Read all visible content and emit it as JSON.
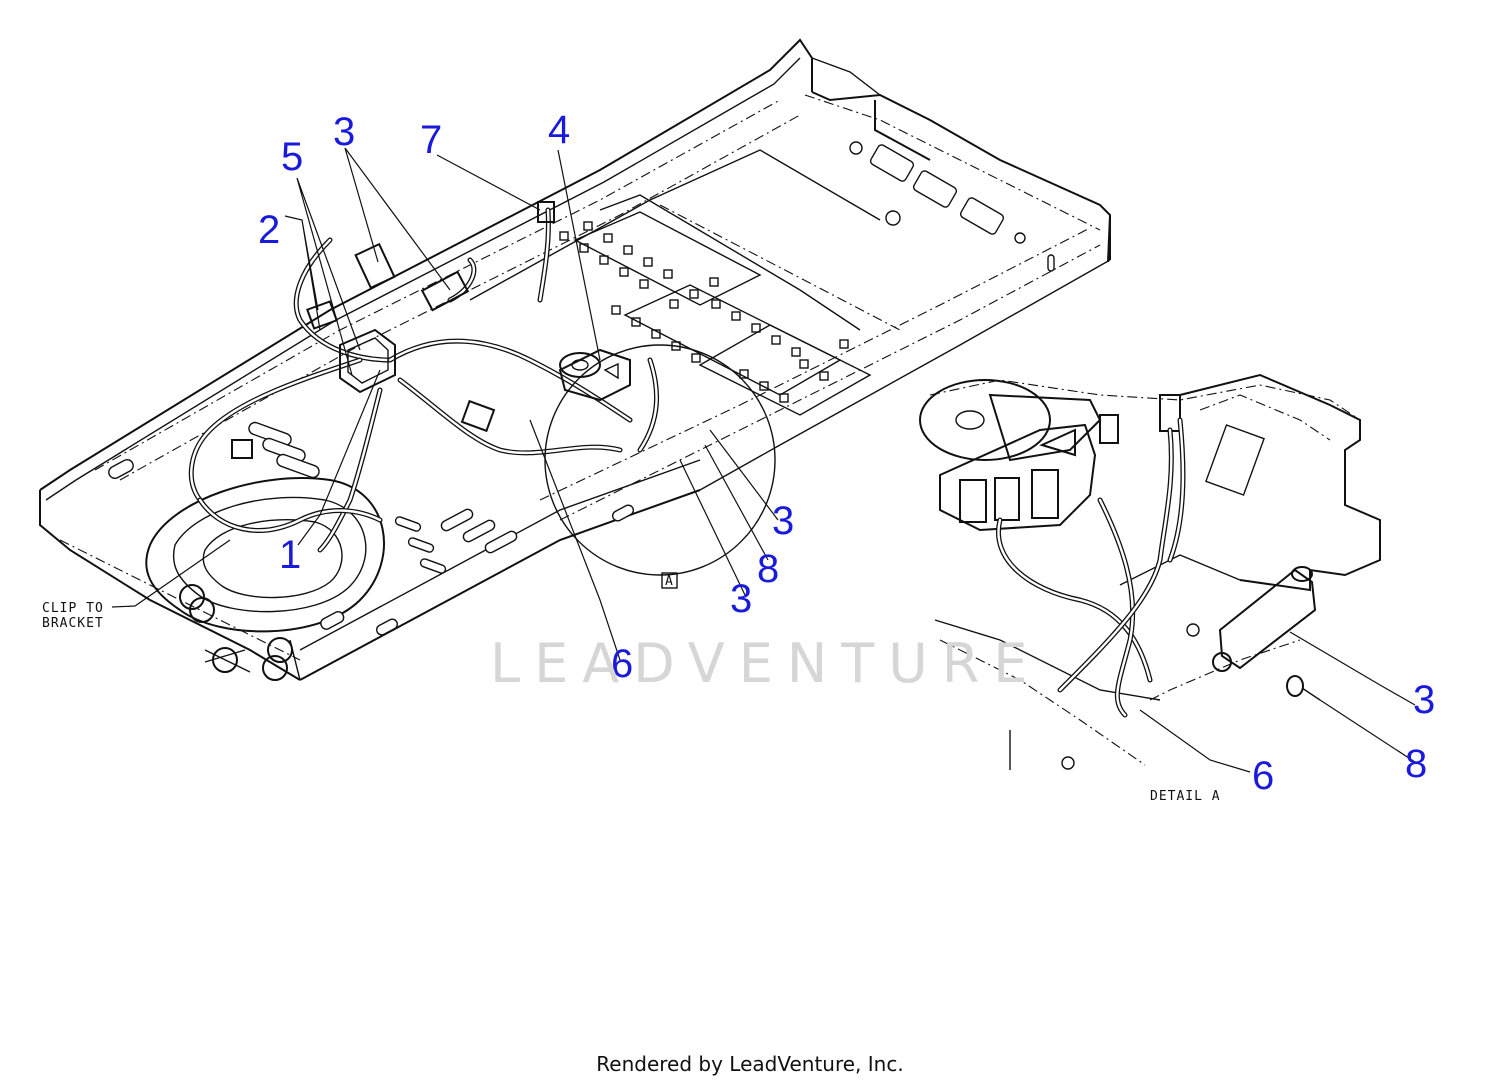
{
  "callouts": {
    "c1": "1",
    "c2": "2",
    "c3a": "3",
    "c3b": "3",
    "c3c": "3",
    "c3d": "3",
    "c4": "4",
    "c5": "5",
    "c6a": "6",
    "c6b": "6",
    "c7": "7",
    "c8a": "8",
    "c8b": "8"
  },
  "notes": {
    "clip_line1": "CLIP TO",
    "clip_line2": "BRACKET",
    "detail_ref": "A",
    "detail_title": "DETAIL A"
  },
  "watermark": "LEADVENTURE",
  "footer": "Rendered by LeadVenture, Inc.",
  "colors": {
    "callout": "#1a1adc",
    "line": "#111111",
    "watermark": "#d6d6d6"
  }
}
